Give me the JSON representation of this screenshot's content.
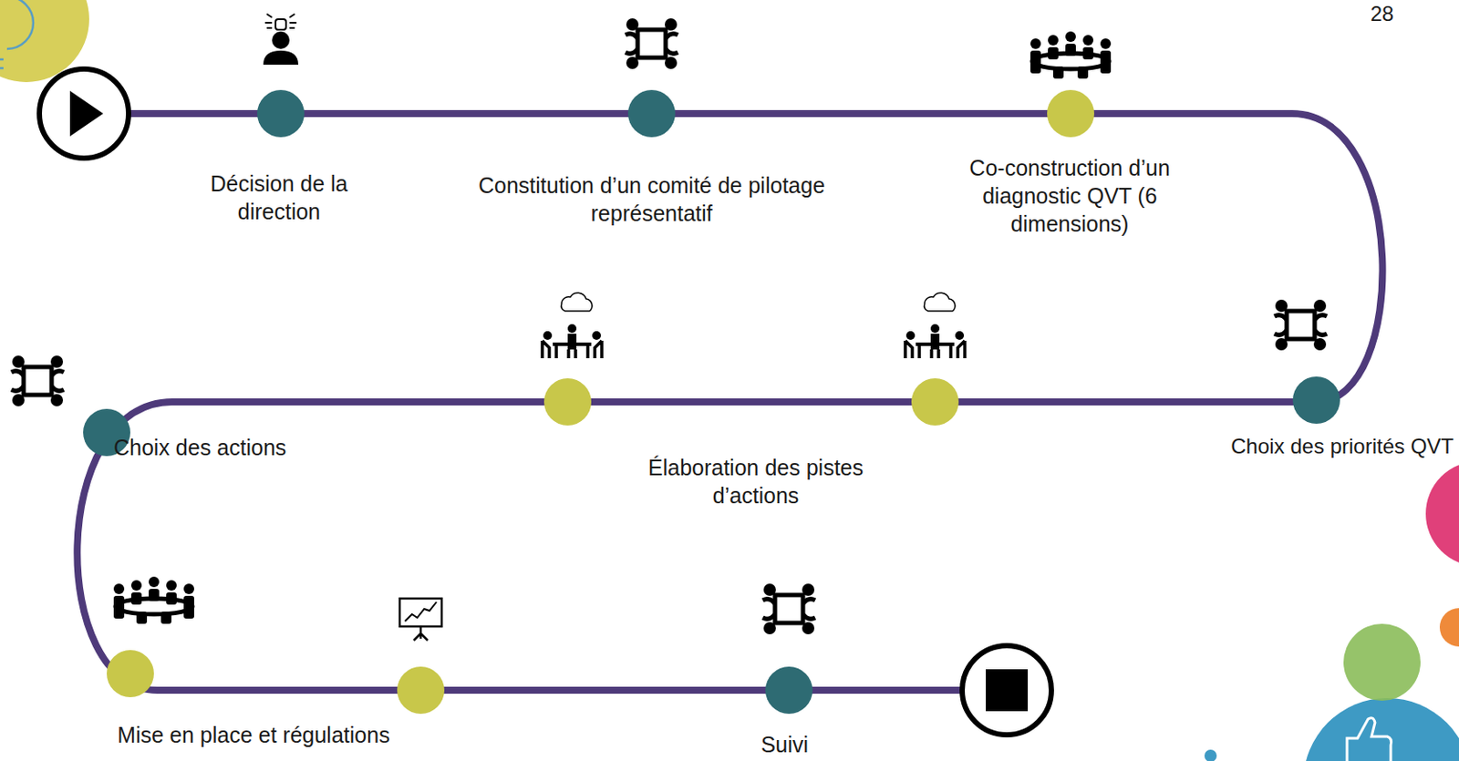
{
  "diagram": {
    "labels": [
      "28",
      "Décision de la direction",
      "Constitution d’un comité de pilotage représentatif",
      "Co-construction d’un diagnostic QVT (6 dimensions)",
      "Choix des actions",
      "Élaboration des pistes d’actions",
      "Choix des priorités QVT",
      "Mise en place et régulations",
      "Suivi"
    ]
  }
}
